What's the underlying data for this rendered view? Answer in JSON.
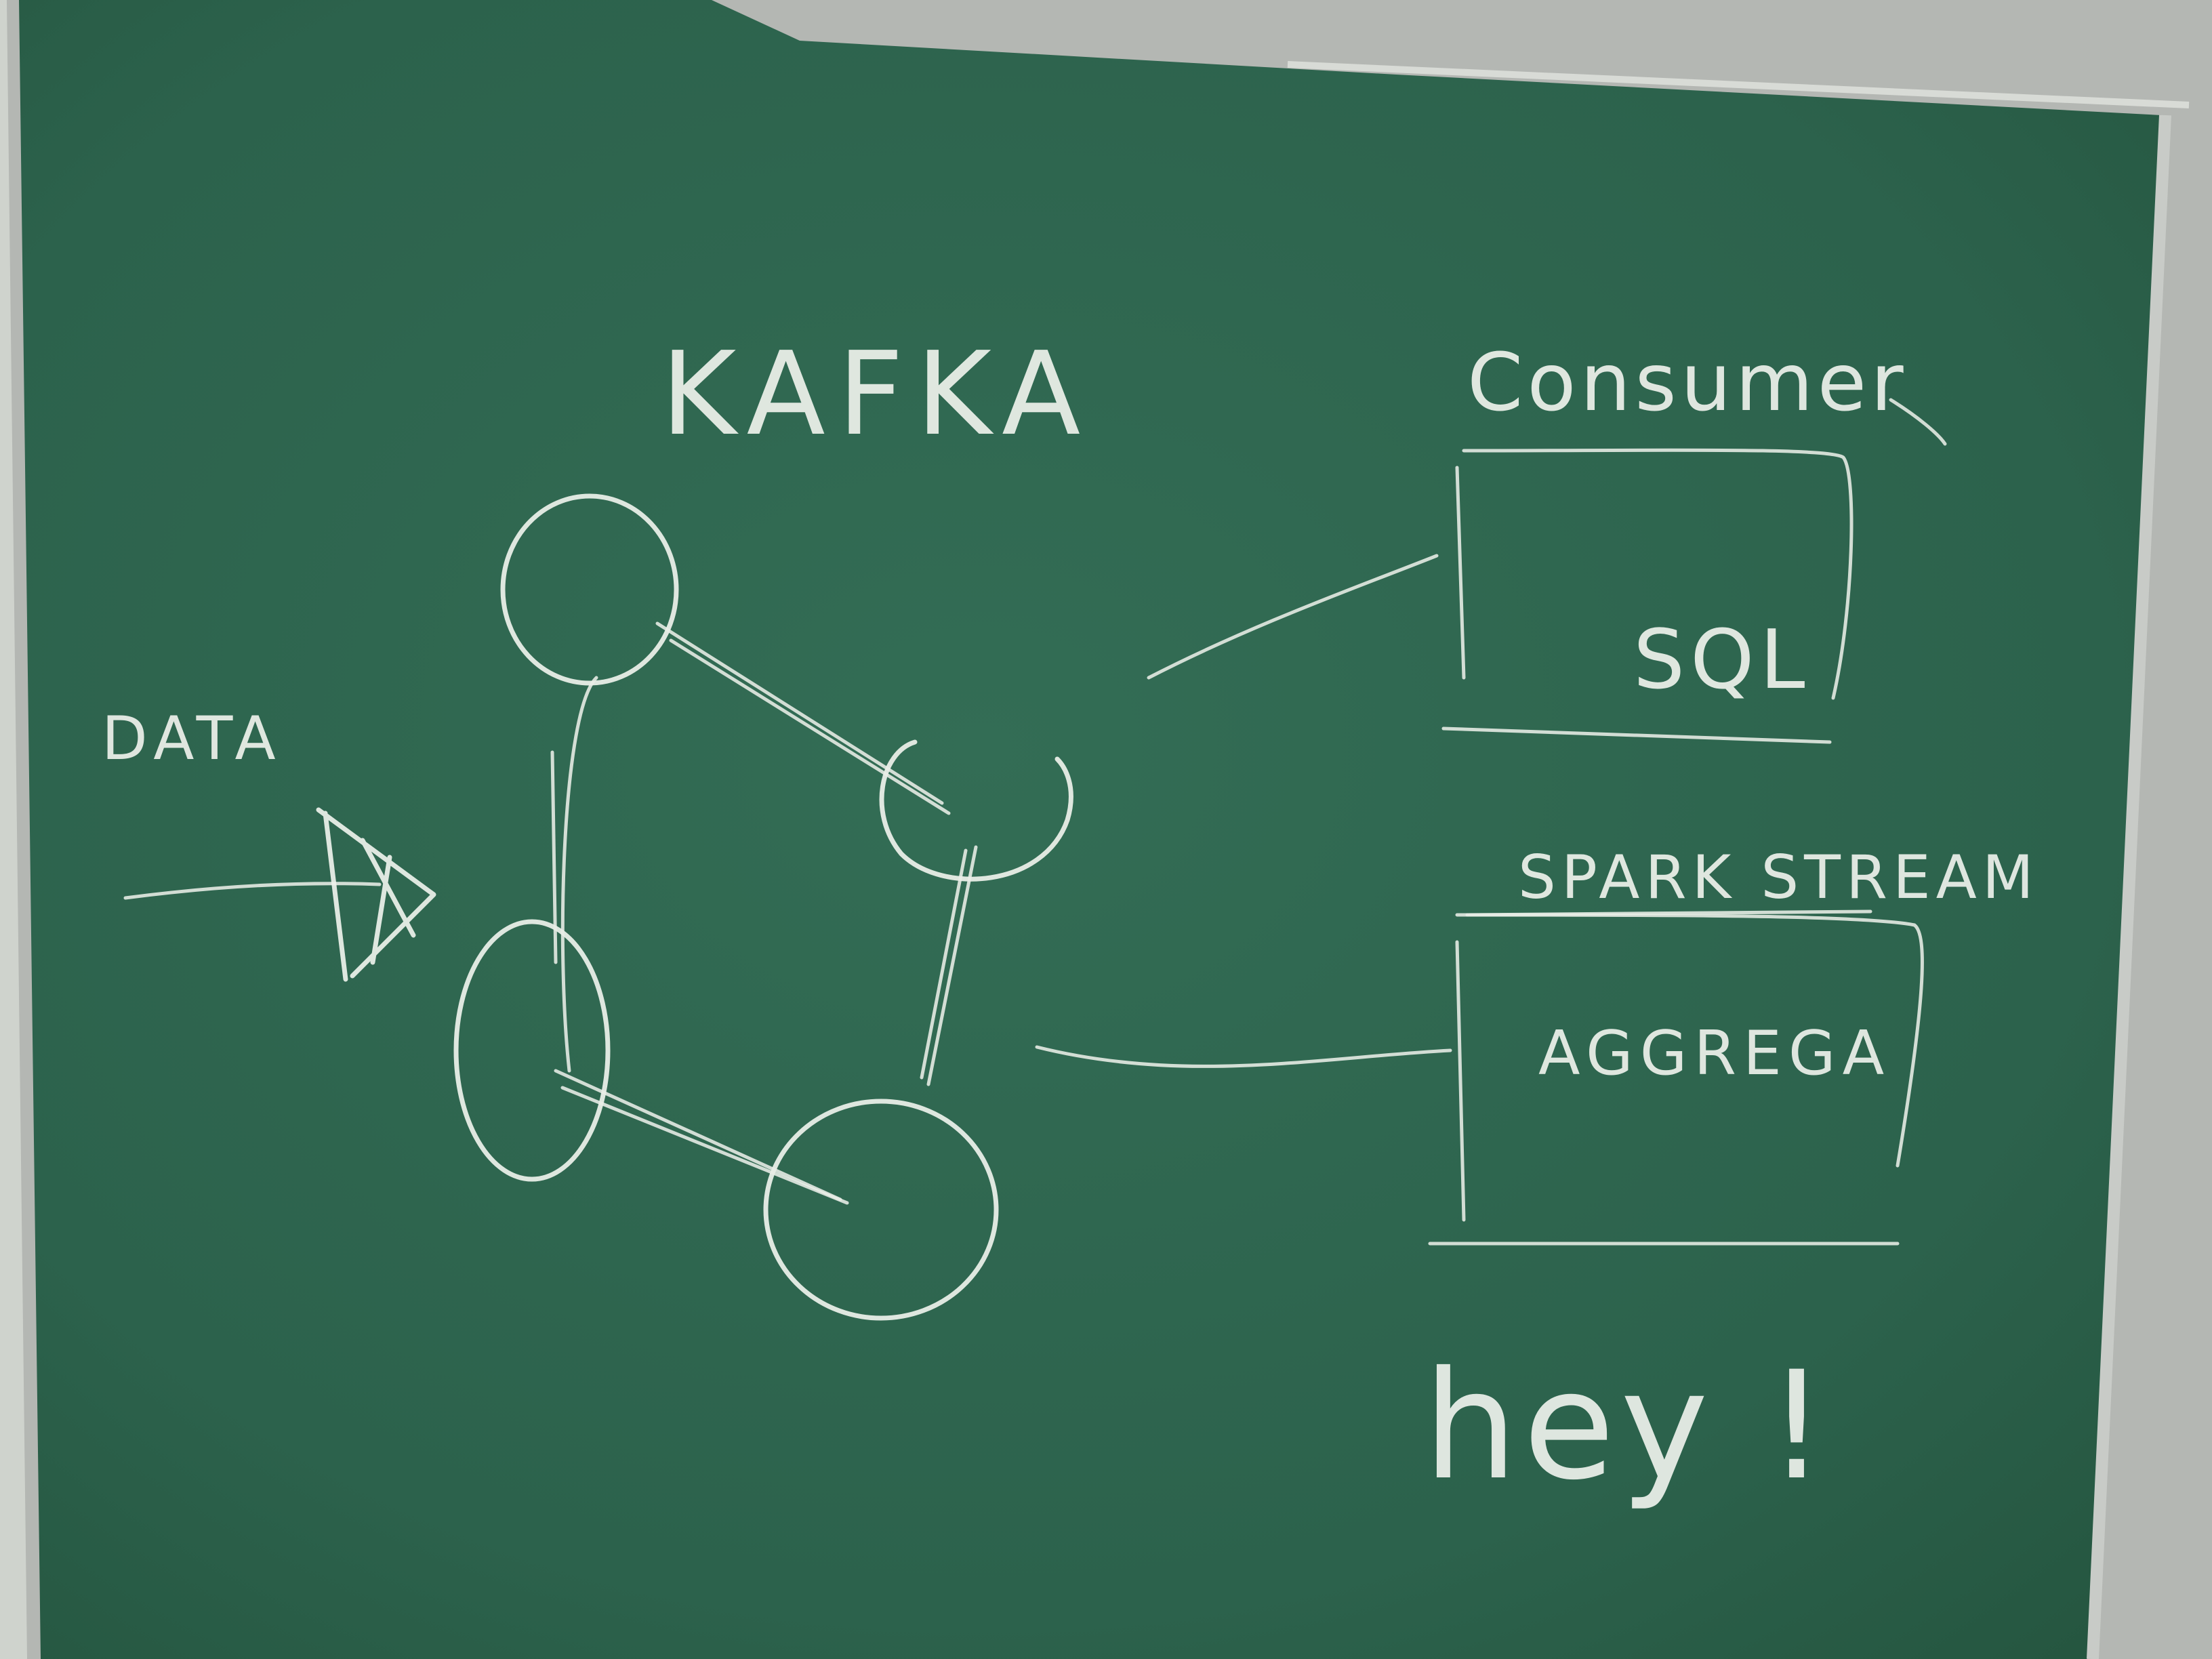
{
  "board": {
    "colors": {
      "board": "#2f6650",
      "chalk": "#eef2ec",
      "frame": "#b9bcb8"
    }
  },
  "labels": {
    "kafka": "KAFKA",
    "consumer": "Consumer",
    "sql": "SQL",
    "spark_stream": "SPARK STREAM",
    "aggrega": "AGGREGA",
    "data": "DATA",
    "hey": "hey !"
  }
}
